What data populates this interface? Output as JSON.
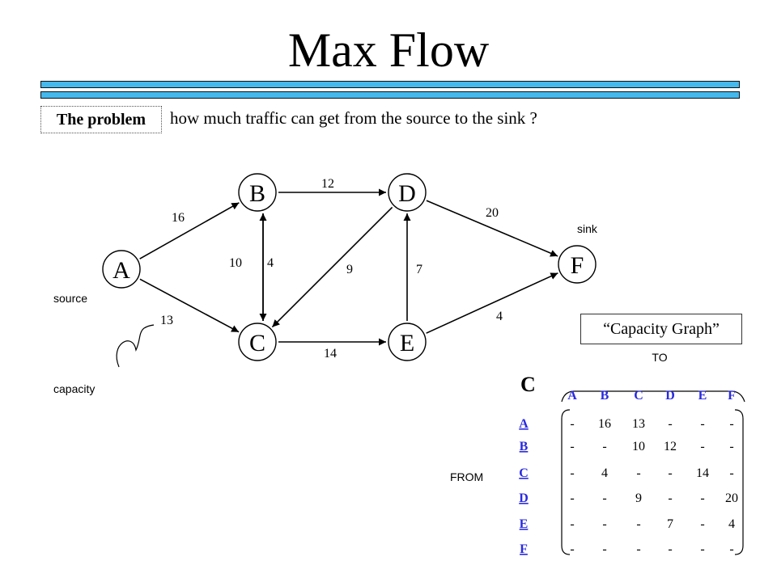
{
  "title": "Max Flow",
  "problem": {
    "label": "The problem",
    "text": "how much traffic can get from the source to the sink ?"
  },
  "graph": {
    "nodes": [
      "A",
      "B",
      "C",
      "D",
      "E",
      "F"
    ],
    "edges": [
      {
        "from": "A",
        "to": "B",
        "capacity": "16"
      },
      {
        "from": "A",
        "to": "C",
        "capacity": "13"
      },
      {
        "from": "B",
        "to": "C",
        "capacity": "10"
      },
      {
        "from": "C",
        "to": "B",
        "capacity": "4"
      },
      {
        "from": "B",
        "to": "D",
        "capacity": "12"
      },
      {
        "from": "D",
        "to": "C",
        "capacity": "9"
      },
      {
        "from": "C",
        "to": "E",
        "capacity": "14"
      },
      {
        "from": "E",
        "to": "D",
        "capacity": "7"
      },
      {
        "from": "D",
        "to": "F",
        "capacity": "20"
      },
      {
        "from": "E",
        "to": "F",
        "capacity": "4"
      }
    ],
    "annotations": {
      "source": "source",
      "sink": "sink",
      "capacity": "capacity"
    }
  },
  "capacity_graph_label": "“Capacity Graph”",
  "matrix": {
    "name": "C",
    "to_label": "TO",
    "from_label": "FROM",
    "headers": [
      "A",
      "B",
      "C",
      "D",
      "E",
      "F"
    ],
    "header_color": "#2a2ae0",
    "rows": [
      {
        "label": "A",
        "cells": [
          "-",
          "16",
          "13",
          "-",
          "-",
          "-"
        ]
      },
      {
        "label": "B",
        "cells": [
          "-",
          "-",
          "10",
          "12",
          "-",
          "-"
        ]
      },
      {
        "label": "C",
        "cells": [
          "-",
          "4",
          "-",
          "-",
          "14",
          "-"
        ]
      },
      {
        "label": "D",
        "cells": [
          "-",
          "-",
          "9",
          "-",
          "-",
          "20"
        ]
      },
      {
        "label": "E",
        "cells": [
          "-",
          "-",
          "-",
          "7",
          "-",
          "4"
        ]
      },
      {
        "label": "F",
        "cells": [
          "-",
          "-",
          "-",
          "-",
          "-",
          "-"
        ]
      }
    ]
  }
}
